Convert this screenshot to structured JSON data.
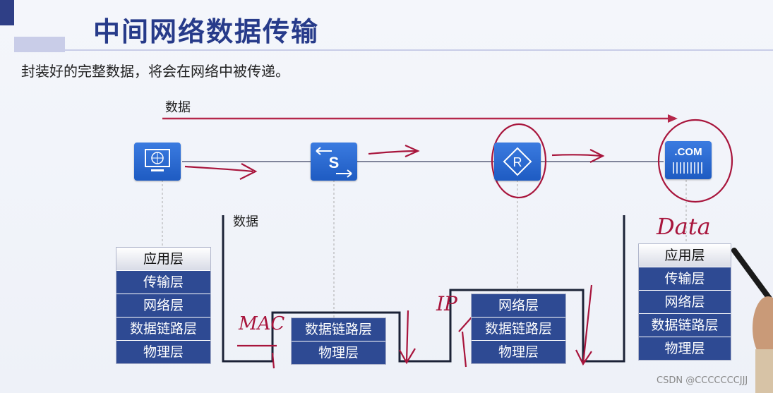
{
  "header": {
    "title": "中间网络数据传输",
    "subtitle": "封装好的完整数据，将会在网络中被传递。"
  },
  "labels": {
    "arrow_data": "数据",
    "path_data": "数据"
  },
  "devices": {
    "switch_letter": "S",
    "router_letter": "R",
    "server_text": ".COM"
  },
  "stacks": {
    "pc": [
      "应用层",
      "传输层",
      "网络层",
      "数据链路层",
      "物理层"
    ],
    "switch": [
      "数据链路层",
      "物理层"
    ],
    "router": [
      "网络层",
      "数据链路层",
      "物理层"
    ],
    "server": [
      "应用层",
      "传输层",
      "网络层",
      "数据链路层",
      "物理层"
    ]
  },
  "annotations": {
    "mac": "MAC",
    "ip": "IP",
    "data": "Data"
  },
  "footer": "CSDN @CCCCCCCJJJ",
  "colors": {
    "title": "#273b8a",
    "layer": "#2e4a93",
    "device": "#1e5bc2",
    "pen": "#a8153c"
  }
}
